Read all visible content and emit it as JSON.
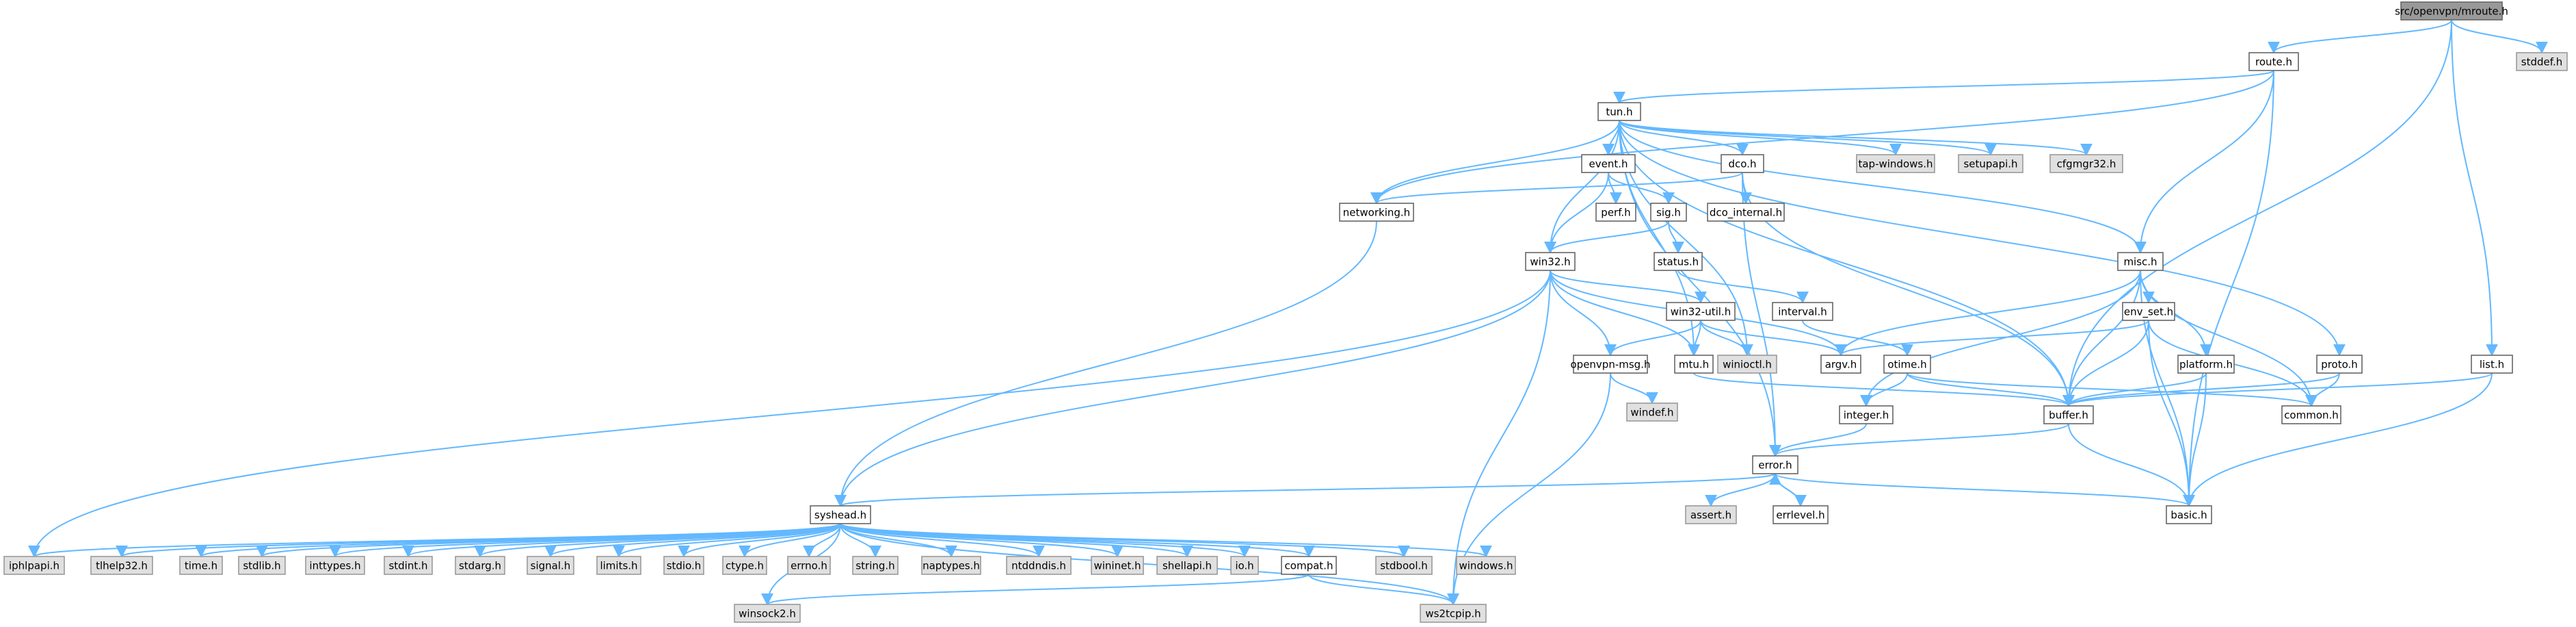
{
  "colors": {
    "edge": "#63b8ff",
    "node_fill_project": "#ffffff",
    "node_fill_system": "#e0e0e0",
    "node_fill_root": "#999999",
    "node_stroke": "#666666",
    "text": "#000000"
  },
  "nodes": [
    {
      "id": "mroute",
      "label": "src/openvpn/mroute.h",
      "kind": "root"
    },
    {
      "id": "route",
      "label": "route.h",
      "kind": "project"
    },
    {
      "id": "stddef",
      "label": "stddef.h",
      "kind": "system"
    },
    {
      "id": "tun",
      "label": "tun.h",
      "kind": "project"
    },
    {
      "id": "event",
      "label": "event.h",
      "kind": "project"
    },
    {
      "id": "dco",
      "label": "dco.h",
      "kind": "project"
    },
    {
      "id": "tapwin",
      "label": "tap-windows.h",
      "kind": "system"
    },
    {
      "id": "setupapi",
      "label": "setupapi.h",
      "kind": "system"
    },
    {
      "id": "cfgmgr",
      "label": "cfgmgr32.h",
      "kind": "system"
    },
    {
      "id": "networking",
      "label": "networking.h",
      "kind": "project"
    },
    {
      "id": "perf",
      "label": "perf.h",
      "kind": "project"
    },
    {
      "id": "sig",
      "label": "sig.h",
      "kind": "project"
    },
    {
      "id": "dcoint",
      "label": "dco_internal.h",
      "kind": "project"
    },
    {
      "id": "status",
      "label": "status.h",
      "kind": "project"
    },
    {
      "id": "win32",
      "label": "win32.h",
      "kind": "project"
    },
    {
      "id": "misc",
      "label": "misc.h",
      "kind": "project"
    },
    {
      "id": "win32util",
      "label": "win32-util.h",
      "kind": "project"
    },
    {
      "id": "interval",
      "label": "interval.h",
      "kind": "project"
    },
    {
      "id": "envset",
      "label": "env_set.h",
      "kind": "project"
    },
    {
      "id": "argv",
      "label": "argv.h",
      "kind": "project"
    },
    {
      "id": "openvpnmsg",
      "label": "openvpn-msg.h",
      "kind": "project"
    },
    {
      "id": "mtu",
      "label": "mtu.h",
      "kind": "project"
    },
    {
      "id": "winioctl",
      "label": "winioctl.h",
      "kind": "system"
    },
    {
      "id": "otime",
      "label": "otime.h",
      "kind": "project"
    },
    {
      "id": "platform",
      "label": "platform.h",
      "kind": "project"
    },
    {
      "id": "proto",
      "label": "proto.h",
      "kind": "project"
    },
    {
      "id": "list",
      "label": "list.h",
      "kind": "project"
    },
    {
      "id": "windef",
      "label": "windef.h",
      "kind": "system"
    },
    {
      "id": "integer",
      "label": "integer.h",
      "kind": "project"
    },
    {
      "id": "buffer",
      "label": "buffer.h",
      "kind": "project"
    },
    {
      "id": "common",
      "label": "common.h",
      "kind": "project"
    },
    {
      "id": "error",
      "label": "error.h",
      "kind": "project"
    },
    {
      "id": "syshead",
      "label": "syshead.h",
      "kind": "project"
    },
    {
      "id": "assert",
      "label": "assert.h",
      "kind": "system"
    },
    {
      "id": "errlevel",
      "label": "errlevel.h",
      "kind": "project"
    },
    {
      "id": "basic",
      "label": "basic.h",
      "kind": "project"
    },
    {
      "id": "iphlpapi",
      "label": "iphlpapi.h",
      "kind": "system"
    },
    {
      "id": "tlhelp32",
      "label": "tlhelp32.h",
      "kind": "system"
    },
    {
      "id": "time",
      "label": "time.h",
      "kind": "system"
    },
    {
      "id": "stdlib",
      "label": "stdlib.h",
      "kind": "system"
    },
    {
      "id": "inttypes",
      "label": "inttypes.h",
      "kind": "system"
    },
    {
      "id": "stdint",
      "label": "stdint.h",
      "kind": "system"
    },
    {
      "id": "stdarg",
      "label": "stdarg.h",
      "kind": "system"
    },
    {
      "id": "signal",
      "label": "signal.h",
      "kind": "system"
    },
    {
      "id": "limits",
      "label": "limits.h",
      "kind": "system"
    },
    {
      "id": "stdio",
      "label": "stdio.h",
      "kind": "system"
    },
    {
      "id": "ctype",
      "label": "ctype.h",
      "kind": "system"
    },
    {
      "id": "errno",
      "label": "errno.h",
      "kind": "system"
    },
    {
      "id": "string",
      "label": "string.h",
      "kind": "system"
    },
    {
      "id": "naptypes",
      "label": "naptypes.h",
      "kind": "system"
    },
    {
      "id": "ntddndis",
      "label": "ntddndis.h",
      "kind": "system"
    },
    {
      "id": "wininet",
      "label": "wininet.h",
      "kind": "system"
    },
    {
      "id": "shellapi",
      "label": "shellapi.h",
      "kind": "system"
    },
    {
      "id": "io",
      "label": "io.h",
      "kind": "system"
    },
    {
      "id": "compat",
      "label": "compat.h",
      "kind": "project"
    },
    {
      "id": "stdbool",
      "label": "stdbool.h",
      "kind": "system"
    },
    {
      "id": "windows",
      "label": "windows.h",
      "kind": "system"
    },
    {
      "id": "winsock2",
      "label": "winsock2.h",
      "kind": "system"
    },
    {
      "id": "ws2tcpip",
      "label": "ws2tcpip.h",
      "kind": "system"
    }
  ],
  "edges": [
    [
      "mroute",
      "route"
    ],
    [
      "mroute",
      "stddef"
    ],
    [
      "mroute",
      "buffer"
    ],
    [
      "mroute",
      "list"
    ],
    [
      "route",
      "tun"
    ],
    [
      "route",
      "misc"
    ],
    [
      "route",
      "networking"
    ],
    [
      "route",
      "basic"
    ],
    [
      "tun",
      "event"
    ],
    [
      "tun",
      "dco"
    ],
    [
      "tun",
      "tapwin"
    ],
    [
      "tun",
      "setupapi"
    ],
    [
      "tun",
      "cfgmgr"
    ],
    [
      "tun",
      "networking"
    ],
    [
      "tun",
      "win32"
    ],
    [
      "tun",
      "misc"
    ],
    [
      "tun",
      "proto"
    ],
    [
      "tun",
      "buffer"
    ],
    [
      "tun",
      "mtu"
    ],
    [
      "tun",
      "winioctl"
    ],
    [
      "tun",
      "error"
    ],
    [
      "event",
      "perf"
    ],
    [
      "event",
      "sig"
    ],
    [
      "event",
      "win32"
    ],
    [
      "dco",
      "networking"
    ],
    [
      "dco",
      "dcoint"
    ],
    [
      "dco",
      "buffer"
    ],
    [
      "dco",
      "error"
    ],
    [
      "networking",
      "syshead"
    ],
    [
      "sig",
      "status"
    ],
    [
      "sig",
      "win32"
    ],
    [
      "status",
      "interval"
    ],
    [
      "win32",
      "win32util"
    ],
    [
      "win32",
      "openvpnmsg"
    ],
    [
      "win32",
      "mtu"
    ],
    [
      "win32",
      "argv"
    ],
    [
      "win32",
      "syshead"
    ],
    [
      "win32",
      "iphlpapi"
    ],
    [
      "win32",
      "ws2tcpip"
    ],
    [
      "misc",
      "envset"
    ],
    [
      "misc",
      "argv"
    ],
    [
      "misc",
      "integer"
    ],
    [
      "misc",
      "buffer"
    ],
    [
      "misc",
      "platform"
    ],
    [
      "misc",
      "common"
    ],
    [
      "misc",
      "basic"
    ],
    [
      "win32util",
      "argv"
    ],
    [
      "win32util",
      "openvpnmsg"
    ],
    [
      "win32util",
      "mtu"
    ],
    [
      "win32util",
      "winioctl"
    ],
    [
      "interval",
      "otime"
    ],
    [
      "envset",
      "argv"
    ],
    [
      "envset",
      "buffer"
    ],
    [
      "envset",
      "common"
    ],
    [
      "envset",
      "basic"
    ],
    [
      "openvpnmsg",
      "windef"
    ],
    [
      "openvpnmsg",
      "ws2tcpip"
    ],
    [
      "mtu",
      "buffer"
    ],
    [
      "otime",
      "integer"
    ],
    [
      "otime",
      "buffer"
    ],
    [
      "otime",
      "common"
    ],
    [
      "platform",
      "buffer"
    ],
    [
      "platform",
      "basic"
    ],
    [
      "proto",
      "buffer"
    ],
    [
      "proto",
      "common"
    ],
    [
      "list",
      "buffer"
    ],
    [
      "list",
      "basic"
    ],
    [
      "integer",
      "error"
    ],
    [
      "buffer",
      "error"
    ],
    [
      "buffer",
      "basic"
    ],
    [
      "error",
      "syshead"
    ],
    [
      "error",
      "assert"
    ],
    [
      "error",
      "errlevel"
    ],
    [
      "error",
      "basic"
    ],
    [
      "errlevel",
      "error"
    ],
    [
      "syshead",
      "iphlpapi"
    ],
    [
      "syshead",
      "tlhelp32"
    ],
    [
      "syshead",
      "time"
    ],
    [
      "syshead",
      "stdlib"
    ],
    [
      "syshead",
      "inttypes"
    ],
    [
      "syshead",
      "stdint"
    ],
    [
      "syshead",
      "stdarg"
    ],
    [
      "syshead",
      "signal"
    ],
    [
      "syshead",
      "limits"
    ],
    [
      "syshead",
      "stdio"
    ],
    [
      "syshead",
      "ctype"
    ],
    [
      "syshead",
      "errno"
    ],
    [
      "syshead",
      "string"
    ],
    [
      "syshead",
      "naptypes"
    ],
    [
      "syshead",
      "ntddndis"
    ],
    [
      "syshead",
      "wininet"
    ],
    [
      "syshead",
      "shellapi"
    ],
    [
      "syshead",
      "io"
    ],
    [
      "syshead",
      "compat"
    ],
    [
      "syshead",
      "stdbool"
    ],
    [
      "syshead",
      "windows"
    ],
    [
      "syshead",
      "winsock2"
    ],
    [
      "syshead",
      "ws2tcpip"
    ],
    [
      "compat",
      "winsock2"
    ],
    [
      "compat",
      "ws2tcpip"
    ]
  ]
}
